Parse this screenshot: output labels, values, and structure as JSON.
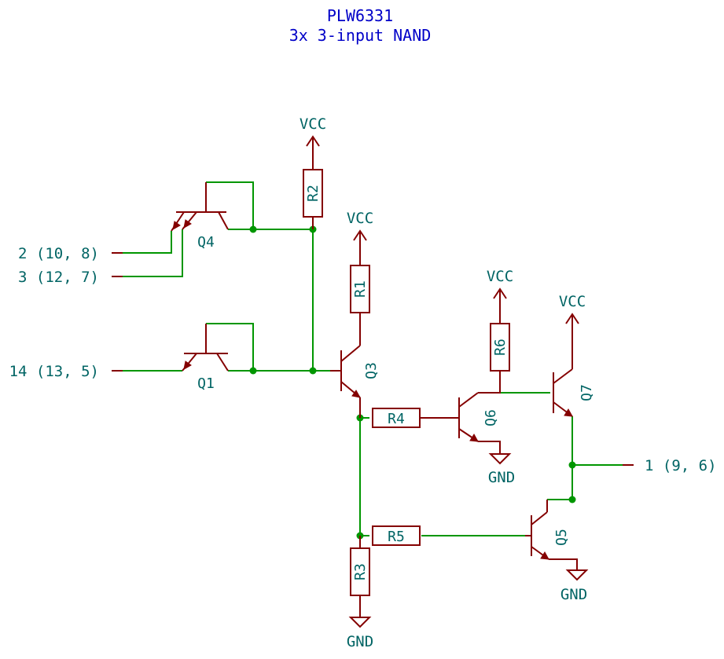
{
  "title": {
    "line1": "PLW6331",
    "line2": "3x 3-input NAND"
  },
  "ports": {
    "in_a": "2 (10, 8)",
    "in_b": "3 (12, 7)",
    "in_c": "14 (13, 5)",
    "out": "1 (9, 6)"
  },
  "power": {
    "vcc": "VCC",
    "gnd": "GND"
  },
  "components": {
    "R1": "R1",
    "R2": "R2",
    "R3": "R3",
    "R4": "R4",
    "R5": "R5",
    "R6": "R6",
    "Q1": "Q1",
    "Q3": "Q3",
    "Q4": "Q4",
    "Q5": "Q5",
    "Q6": "Q6",
    "Q7": "Q7"
  },
  "colors": {
    "wire": "#009600",
    "component": "#840000",
    "component_fill": "#ffffc2",
    "label": "#006464",
    "title": "#0000c8"
  }
}
